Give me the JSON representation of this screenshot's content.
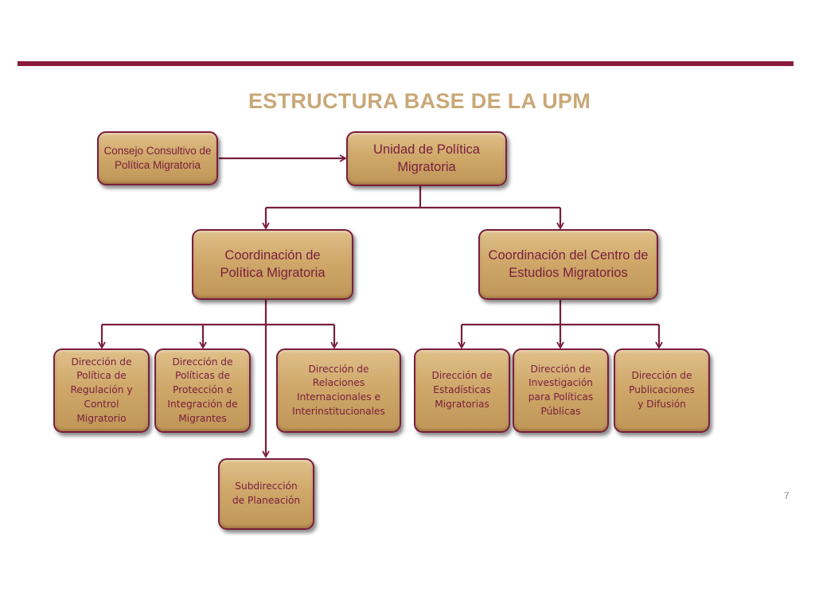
{
  "title": "ESTRUCTURA BASE DE LA UPM",
  "page_number": "7",
  "colors": {
    "accent": "#8b1a3b",
    "box_fill": "#cfa86a",
    "title": "#c9a878",
    "text": "#7a1e3c"
  },
  "nodes": {
    "consejo": "Consejo Consultivo de Política Migratoria",
    "upm": "Unidad de Política Migratoria",
    "coord_politica": "Coordinación de Política Migratoria",
    "coord_estudios": "Coordinación del Centro de Estudios Migratorios",
    "dir_regulacion": "Dirección de Política de Regulación y Control Migratorio",
    "dir_proteccion": "Dirección de Políticas de Protección e Integración de Migrantes",
    "dir_relaciones": "Dirección de Relaciones Internacionales e Interinstitucionales",
    "dir_estadisticas": "Dirección de Estadísticas Migratorias",
    "dir_investigacion": "Dirección de Investigación para Políticas Públicas",
    "dir_publicaciones": "Dirección  de Publicaciones y Difusión",
    "sub_planeacion": "Subdirección de Planeación"
  }
}
